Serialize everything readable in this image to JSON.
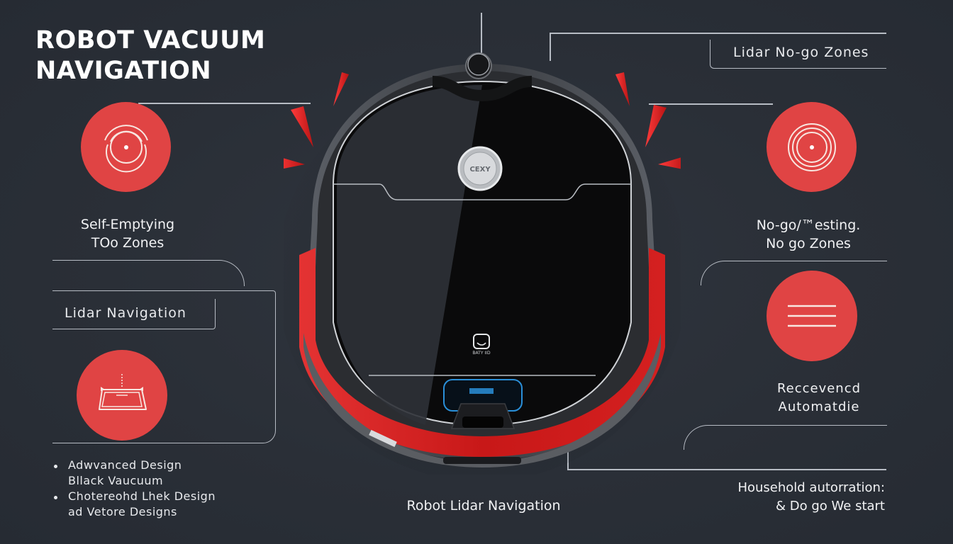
{
  "title": {
    "line1": "ROBOT VACUUM",
    "line2": "NAVIGATION"
  },
  "left": {
    "feature1": {
      "icon": "lidar-ripple-icon",
      "label_line1": "Self-Emptying",
      "label_line2": "TOo Zones"
    },
    "box_label": "Lidar Navigation",
    "feature2": {
      "icon": "floor-area-icon"
    },
    "bullets": [
      {
        "line1": "Adwvanced Design",
        "line2": "Bllack Vaucuum"
      },
      {
        "line1": "Chotereohd Lhek Design",
        "line2": "ad Vetore Designs"
      }
    ]
  },
  "right": {
    "box_label": "Lidar No-go Zones",
    "feature1": {
      "icon": "concentric-rings-icon",
      "label_line1": "No-go/™esting.",
      "label_line2": "No go Zones"
    },
    "feature2": {
      "icon": "menu-lines-icon",
      "label_line1": "Reccevencd",
      "label_line2": "Automatdie"
    },
    "footer_line1": "Household autorration:",
    "footer_line2": "& Do go We start"
  },
  "center": {
    "caption": "Robot Lidar Navigation",
    "button_label": "CEXY",
    "logo_label": "BATY IID"
  },
  "colors": {
    "background": "#2a2f37",
    "accent_red": "#e04444",
    "bumper_red": "#d42020",
    "line": "#b7bcc4",
    "text": "#f1f2f4",
    "display_blue": "#2a8fd8"
  }
}
